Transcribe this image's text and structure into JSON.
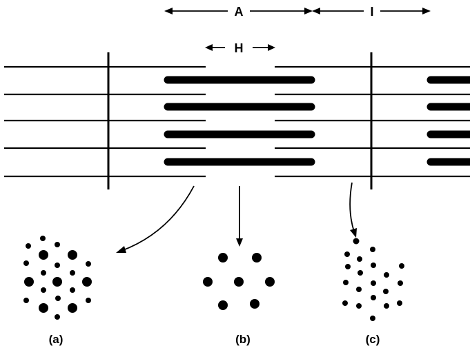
{
  "labels": {
    "a_band": "A",
    "h_zone": "H",
    "i_band": "I",
    "panel_a": "(a)",
    "panel_b": "(b)",
    "panel_c": "(c)"
  },
  "colors": {
    "ink": "#000000",
    "background": "#ffffff"
  }
}
